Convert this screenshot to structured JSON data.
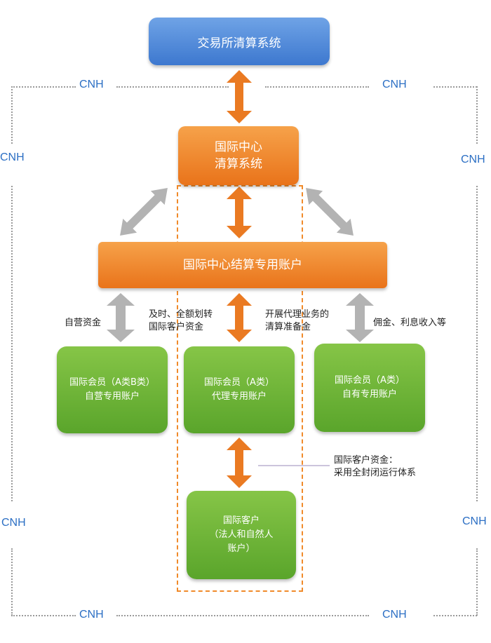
{
  "boxes": {
    "exchange": "交易所清算系统",
    "intl_center_line1": "国际中心",
    "intl_center_line2": "清算系统",
    "settlement_account": "国际中心结算专用账户",
    "member_ab_line1": "国际会员（A类B类）",
    "member_ab_line2": "自营专用账户",
    "member_a_agent_line1": "国际会员（A类）",
    "member_a_agent_line2": "代理专用账户",
    "member_a_own_line1": "国际会员（A类）",
    "member_a_own_line2": "自有专用账户",
    "client_line1": "国际客户",
    "client_line2": "（法人和自然人",
    "client_line3": "账户）"
  },
  "labels": {
    "proprietary_funds": "自营资金",
    "transfer_line1": "及时、全额划转",
    "transfer_line2": "国际客户资金",
    "agency_line1": "开展代理业务的",
    "agency_line2": "清算准备金",
    "commission": "佣金、利息收入等",
    "client_funds_line1": "国际客户资金：",
    "client_funds_line2": "采用全封闭运行体系"
  },
  "currency_label": "CNH",
  "colors": {
    "blue_box": "#4a86d8",
    "orange_box": "#ec7c25",
    "green_box": "#6ab536",
    "arrow_orange": "#ea7a22",
    "arrow_gray": "#b3b3b3",
    "cnh_text": "#2c6fc4"
  }
}
